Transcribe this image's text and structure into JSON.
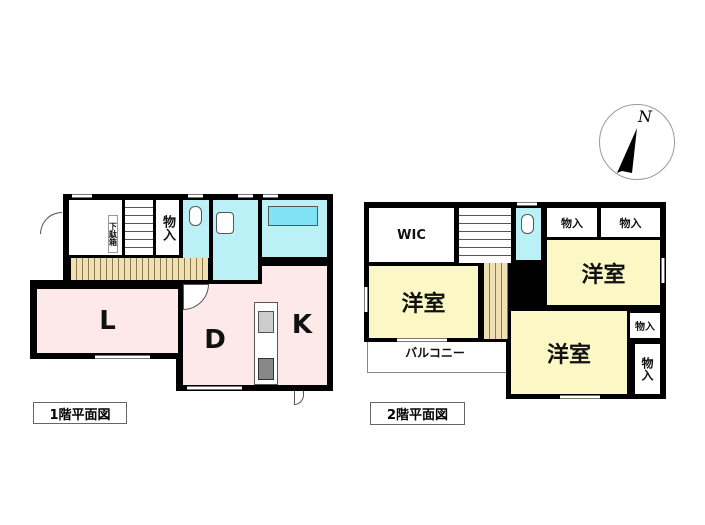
{
  "floor1": {
    "label": "1階平面図",
    "shoe_cabinet": "下駄箱",
    "storage": "物入",
    "living": "L",
    "dining": "D",
    "kitchen": "K"
  },
  "floor2": {
    "label": "2階平面図",
    "wic": "WIC",
    "room_left": "洋室",
    "room_top_right": "洋室",
    "room_bottom": "洋室",
    "storage": [
      "物入",
      "物入",
      "物入",
      "物入"
    ],
    "balcony": "バルコニー"
  },
  "compass": {
    "north": "N"
  },
  "colors": {
    "ldk": "#fde9ea",
    "western_room": "#fbf8c6",
    "water": "#bcf0f7",
    "hall": "#f0dfb3"
  }
}
